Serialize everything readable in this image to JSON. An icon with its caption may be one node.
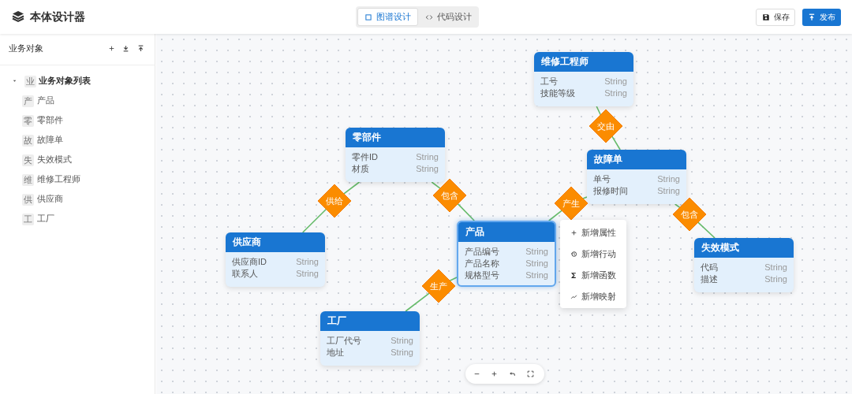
{
  "diagram": {
    "title": "本体设计器",
    "nodes": [
      {
        "text": [
          "维修工程师",
          "工号",
          "String",
          "技能等级",
          "String"
        ]
      },
      {
        "text": [
          "交由"
        ]
      },
      {
        "text": [
          "零部件",
          "零件ID",
          "String",
          "材质",
          "String"
        ]
      },
      {
        "text": [
          "故障单",
          "单号",
          "String",
          "报修时间",
          "String"
        ]
      },
      {
        "text": [
          "包含"
        ]
      },
      {
        "text": [
          "供给"
        ]
      },
      {
        "text": [
          "产生"
        ]
      },
      {
        "text": [
          "包含"
        ]
      },
      {
        "text": [
          "产品",
          "产品编号",
          "String",
          "产品名称",
          "String",
          "规格型号",
          "String"
        ]
      },
      {
        "text": [
          "失效模式",
          "代码",
          "String",
          "描述",
          "String"
        ]
      },
      {
        "text": [
          "供应商",
          "供应商ID",
          "String",
          "联系人",
          "String"
        ]
      },
      {
        "text": [
          "生产"
        ]
      },
      {
        "text": [
          "工厂",
          "工厂代号",
          "String",
          "地址",
          "String"
        ]
      }
    ],
    "edges": [
      {
        "from": 0,
        "to": 1,
        "arrow": "none"
      },
      {
        "from": 1,
        "to": 3,
        "arrow": "none"
      },
      {
        "from": 2,
        "to": 5,
        "arrow": "none"
      },
      {
        "from": 5,
        "to": 10,
        "arrow": "none"
      },
      {
        "from": 2,
        "to": 4,
        "arrow": "none"
      },
      {
        "from": 4,
        "to": 8,
        "arrow": "none"
      },
      {
        "from": 8,
        "to": 6,
        "arrow": "none"
      },
      {
        "from": 6,
        "to": 3,
        "arrow": "none"
      },
      {
        "from": 3,
        "to": 7,
        "arrow": "none"
      },
      {
        "from": 7,
        "to": 9,
        "arrow": "none"
      },
      {
        "from": 8,
        "to": 11,
        "arrow": "none"
      },
      {
        "from": 11,
        "to": 12,
        "arrow": "none"
      }
    ],
    "labels": [
      "图谱设计",
      "代码设计",
      "保存",
      "发布",
      "业务对象",
      "业",
      "业务对象列表",
      "产",
      "产品",
      "零",
      "零部件",
      "故",
      "故障单",
      "失",
      "失效模式",
      "维",
      "维修工程师",
      "供",
      "供应商",
      "工",
      "工厂",
      "新增属性",
      "新增行动",
      "新增函数",
      "新增映射"
    ]
  }
}
